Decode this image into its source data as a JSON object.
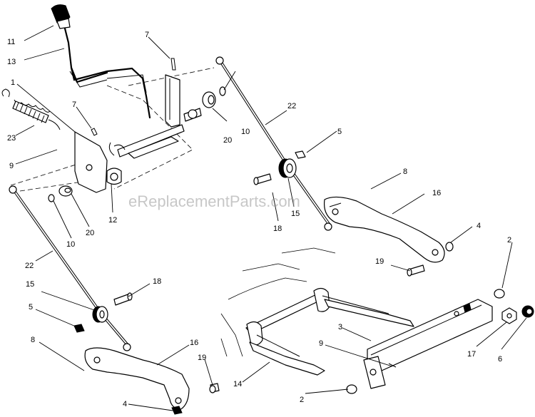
{
  "watermark": "eReplacementParts.com",
  "callouts": {
    "c1": "1",
    "c2a": "2",
    "c2b": "2",
    "c3": "3",
    "c4a": "4",
    "c4b": "4",
    "c5a": "5",
    "c5b": "5",
    "c6": "6",
    "c7a": "7",
    "c7b": "7",
    "c8a": "8",
    "c8b": "8",
    "c9a": "9",
    "c9b": "9",
    "c10a": "10",
    "c10b": "10",
    "c11": "11",
    "c12": "12",
    "c13": "13",
    "c14": "14",
    "c15a": "15",
    "c15b": "15",
    "c16a": "16",
    "c16b": "16",
    "c17": "17",
    "c18a": "18",
    "c18b": "18",
    "c19a": "19",
    "c19b": "19",
    "c20a": "20",
    "c20b": "20",
    "c22a": "22",
    "c22b": "22",
    "c23": "23"
  }
}
